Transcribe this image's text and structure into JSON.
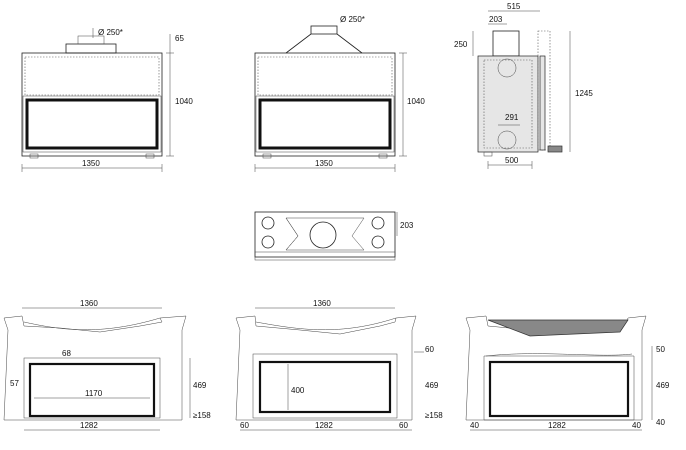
{
  "labels": {
    "duct_a": "Ø 250*",
    "h65": "65",
    "h1040_a": "1040",
    "w1350_a": "1350",
    "duct_b": "Ø 250*",
    "h1040_b": "1040",
    "w1350_b": "1350",
    "w515": "515",
    "w203_side": "203",
    "h250": "250",
    "h1245": "1245",
    "w291": "291",
    "w500": "500",
    "h203_top": "203",
    "w1360_a": "1360",
    "d68": "68",
    "d57": "57",
    "w1170": "1170",
    "h469_a": "469",
    "ge158_a": "≥158",
    "w1282_a": "1282",
    "w1360_b": "1360",
    "h400": "400",
    "d60_r": "60",
    "h469_b": "469",
    "ge158_b": "≥158",
    "d60_l": "60",
    "w1282_b": "1282",
    "d60_rb": "60",
    "h50": "50",
    "h469_c": "469",
    "h40_r": "40",
    "d40_l": "40",
    "w1282_c": "1282",
    "d40_rb": "40"
  }
}
